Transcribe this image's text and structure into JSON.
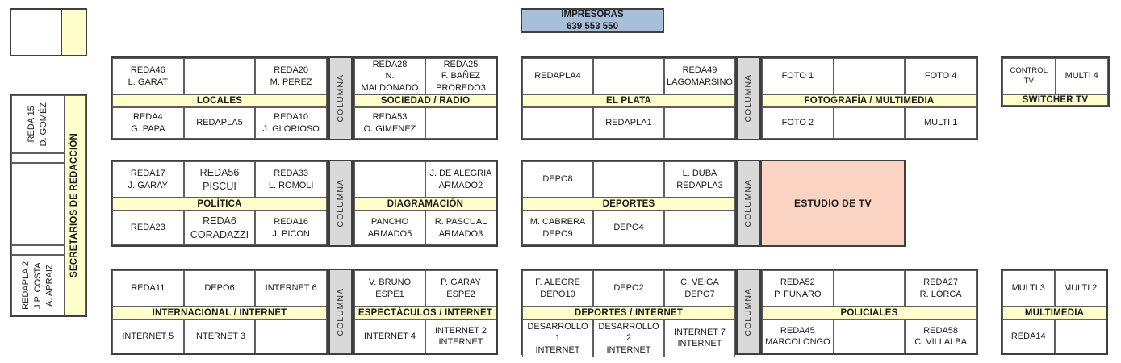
{
  "printers": {
    "line1": "IMPRESORAS",
    "line2": "639  553  550"
  },
  "columna_label": "COLUMNA",
  "estudio_label": "ESTUDIO DE TV",
  "left_area": {
    "desk_reda15": "REDA 15\nD. GOMÉZ",
    "secretaries": "SECRETARIOS DE REDACCIÓN",
    "desk_redapla2": "REDAPLA 2\nJ.P. COSTA\nA. APRAIZ"
  },
  "blocks": {
    "locales": {
      "header": "LOCALES",
      "top": [
        "REDA46\nL. GARAT",
        "",
        "REDA20\nM. PEREZ"
      ],
      "bottom": [
        "REDA4\nG. PAPA",
        "REDAPLA5",
        "REDA10\nJ. GLORIOSO"
      ]
    },
    "sociedad_radio": {
      "header": "SOCIEDAD / RADIO",
      "top": [
        "REDA28\nN. MALDONADO",
        "REDA25\nF. BAÑEZ\nPROREDO3"
      ],
      "bottom": [
        "REDA53\nO. GIMENEZ",
        ""
      ]
    },
    "el_plata": {
      "header": "EL PLATA",
      "top": [
        "REDAPLA4",
        "",
        "REDA49\nLAGOMARSINO"
      ],
      "bottom": [
        "",
        "REDAPLA1",
        ""
      ]
    },
    "fotografia_multimedia": {
      "header": "FOTOGRAFÍA / MULTIMEDIA",
      "top": [
        "FOTO 1",
        "",
        "FOTO 4"
      ],
      "bottom": [
        "FOTO 2",
        "",
        "MULTI 1"
      ]
    },
    "switcher_tv": {
      "header": "SWITCHER TV",
      "top": [
        "CONTROL TV",
        "MULTI 4"
      ]
    },
    "politica": {
      "header": "POLÍTICA",
      "top": [
        "REDA17\nJ. GARAY",
        "REDA56\nPISCUI",
        "REDA33\nL. ROMOLI"
      ],
      "bottom": [
        "REDA23",
        "REDA6\nCORADAZZI",
        "REDA16\nJ. PICON"
      ]
    },
    "diagramacion": {
      "header": "DIAGRAMACIÓN",
      "top": [
        "",
        "J. DE ALEGRIA\nARMADO2"
      ],
      "bottom": [
        "PANCHO\nARMADO5",
        "R. PASCUAL\nARMADO3"
      ]
    },
    "deportes": {
      "header": "DEPORTES",
      "top": [
        "DEPO8",
        "",
        "L. DUBA\nREDAPLA3"
      ],
      "bottom": [
        "M. CABRERA\nDEPO9",
        "DEPO4",
        ""
      ]
    },
    "internacional_internet": {
      "header": "INTERNACIONAL / INTERNET",
      "top": [
        "REDA11",
        "DEPO6",
        "INTERNET 6"
      ],
      "bottom": [
        "INTERNET 5",
        "INTERNET 3",
        ""
      ]
    },
    "espectaculos_internet": {
      "header": "ESPECTÁCULOS / INTERNET",
      "top": [
        "V. BRUNO\nESPE1",
        "P. GARAY\nESPE2"
      ],
      "bottom": [
        "INTERNET 4",
        "INTERNET 2\nINTERNET"
      ]
    },
    "deportes_internet": {
      "header": "DEPORTES / INTERNET",
      "top": [
        "F. ALEGRE\nDEPO10",
        "DEPO2",
        "C. VEIGA\nDEPO7"
      ],
      "bottom": [
        "DESARROLLO 1\nINTERNET",
        "DESARROLLO 2\nINTERNET",
        "INTERNET 7\nINTERNET"
      ]
    },
    "policiales": {
      "header": "POLICIALES",
      "top": [
        "REDA52\nP. FUNARO",
        "",
        "REDA27\nR. LORCA"
      ],
      "bottom": [
        "REDA45\nMARCOLONGO",
        "",
        "REDA58\nC. VILLALBA"
      ]
    },
    "multimedia": {
      "header": "MULTIMEDIA",
      "top": [
        "MULTI 3",
        "MULTI 2"
      ],
      "bottom": [
        "REDA14",
        ""
      ]
    }
  },
  "colors": {
    "header_yellow": "#FFFFCC",
    "columna_gray": "#D9D9D9",
    "estudio_pink": "#FBD3C3",
    "printers_blue": "#A8BFDA",
    "border_dark": "#3F3F3F"
  }
}
